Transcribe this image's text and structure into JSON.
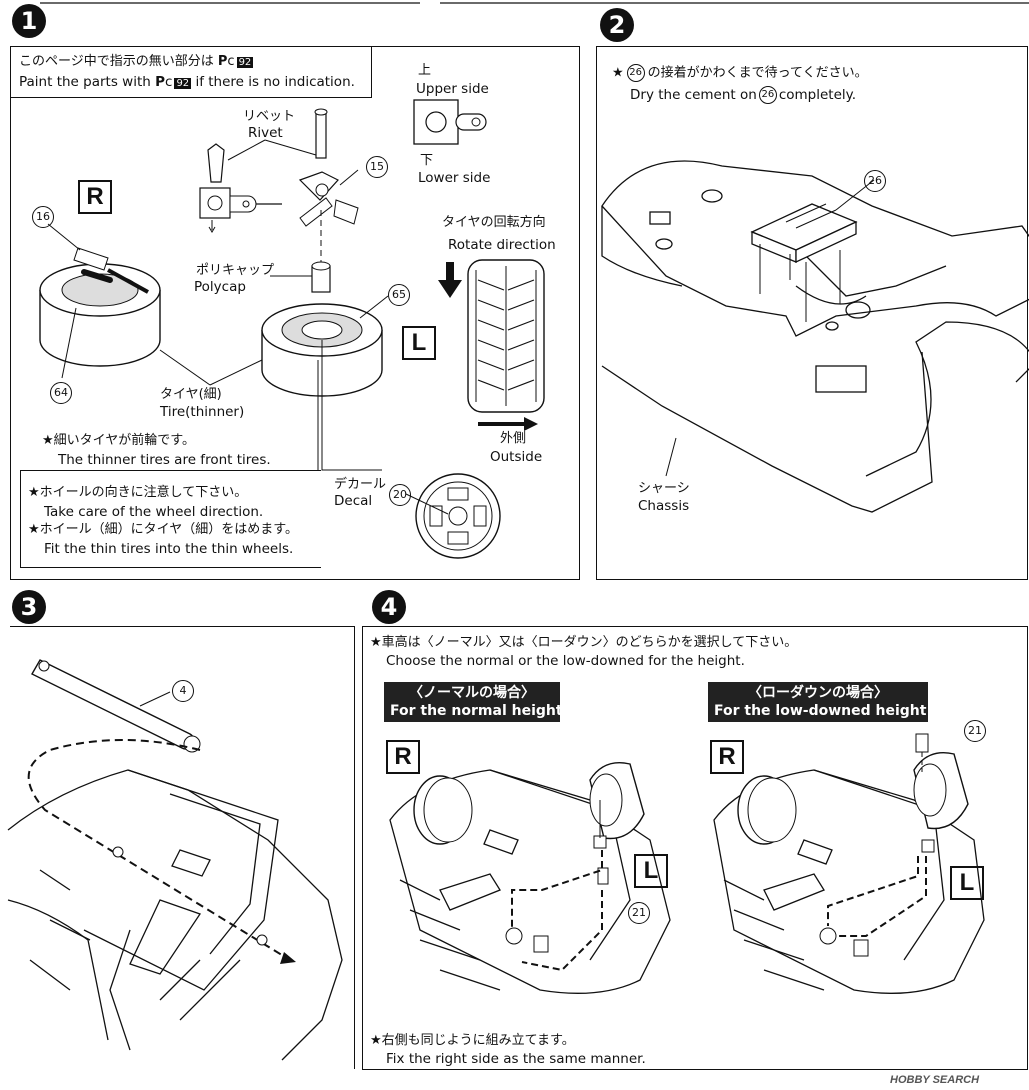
{
  "header": {
    "top_rule": true
  },
  "step1": {
    "number": "1",
    "note_jp": "このページ中で指示の無い部分は ",
    "note_paint_code": "c",
    "note_paint_num": "92",
    "note_en_prefix": "Paint the parts with ",
    "note_en_suffix": " if there is no indication.",
    "rivet_jp": "リベット",
    "rivet_en": "Rivet",
    "upper_jp": "上",
    "upper_en": "Upper side",
    "lower_jp": "下",
    "lower_en": "Lower side",
    "part15": "15",
    "part16": "16",
    "part64": "64",
    "part65": "65",
    "part20": "20",
    "r_label": "R",
    "l_label": "L",
    "polycap_jp": "ポリキャップ",
    "polycap_en": "Polycap",
    "rotate_jp": "タイヤの回転方向",
    "rotate_en": "Rotate direction",
    "outside_jp": "外側",
    "outside_en": "Outside",
    "tire_jp": "タイヤ(細)",
    "tire_en": "Tire(thinner)",
    "front_jp": "★細いタイヤが前輪です。",
    "front_en": "The thinner tires are front tires.",
    "decal_jp": "デカール",
    "decal_en": "Decal",
    "wheel_dir_jp": "★ホイールの向きに注意して下さい。",
    "wheel_dir_en": "Take care of the wheel direction.",
    "thin_fit_jp": "★ホイール（細）にタイヤ（細）をはめます。",
    "thin_fit_en": "Fit the thin tires into the thin wheels."
  },
  "step2": {
    "number": "2",
    "note_jp_prefix": "★",
    "note_jp_suffix": "の接着がかわくまで待ってください。",
    "note_part": "26",
    "note_en_prefix": "Dry the cement on",
    "note_en_suffix": "completely.",
    "part26": "26",
    "chassis_jp": "シャーシ",
    "chassis_en": "Chassis"
  },
  "step3": {
    "number": "3",
    "part4": "4"
  },
  "step4": {
    "number": "4",
    "choose_jp": "★車高は〈ノーマル〉又は〈ローダウン〉のどちらかを選択して下さい。",
    "choose_en": "Choose the normal or the low-downed for the height.",
    "normal_jp": "〈ノーマルの場合〉",
    "normal_en": "For the normal height",
    "low_jp": "〈ローダウンの場合〉",
    "low_en": "For the low-downed height",
    "r_label": "R",
    "l_label": "L",
    "part21": "21",
    "right_jp": "★右側も同じように組み立てます。",
    "right_en": "Fix the right side as the same manner."
  },
  "watermark": "HOBBY SEARCH"
}
